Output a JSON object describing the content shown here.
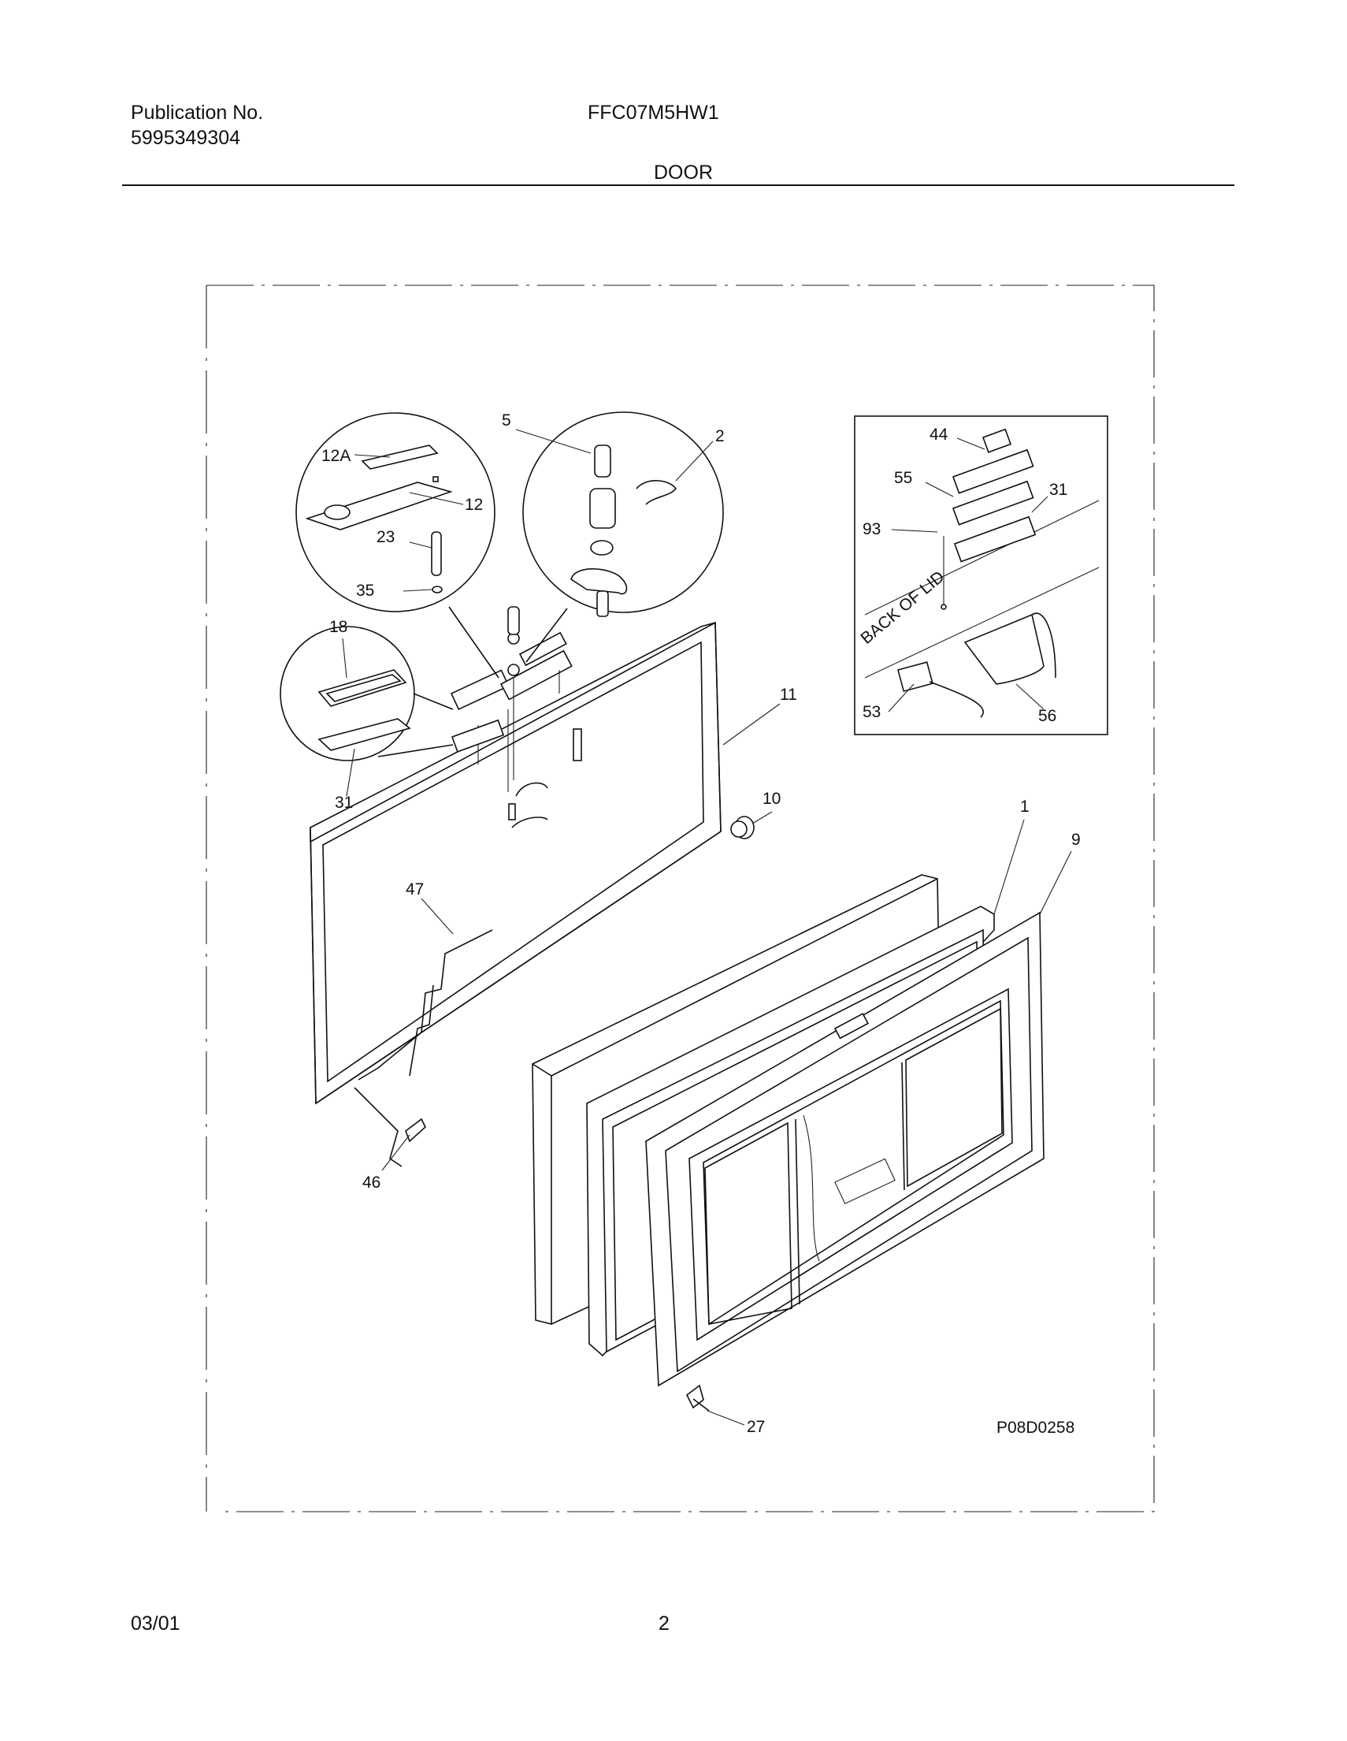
{
  "header": {
    "publication_label": "Publication No.",
    "publication_number": "5995349304",
    "model": "FFC07M5HW1",
    "section": "DOOR"
  },
  "diagram": {
    "drawing_code": "P08D0258",
    "inset_text": "BACK OF LID",
    "callouts": {
      "c5": "5",
      "c2": "2",
      "c12a": "12A",
      "c12": "12",
      "c23": "23",
      "c35": "35",
      "c18": "18",
      "c31a": "31",
      "c11": "11",
      "c10": "10",
      "c1": "1",
      "c9": "9",
      "c47": "47",
      "c46": "46",
      "c27": "27",
      "c44": "44",
      "c55": "55",
      "c31b": "31",
      "c93": "93",
      "c53": "53",
      "c56": "56"
    }
  },
  "footer": {
    "date": "03/01",
    "page": "2"
  }
}
